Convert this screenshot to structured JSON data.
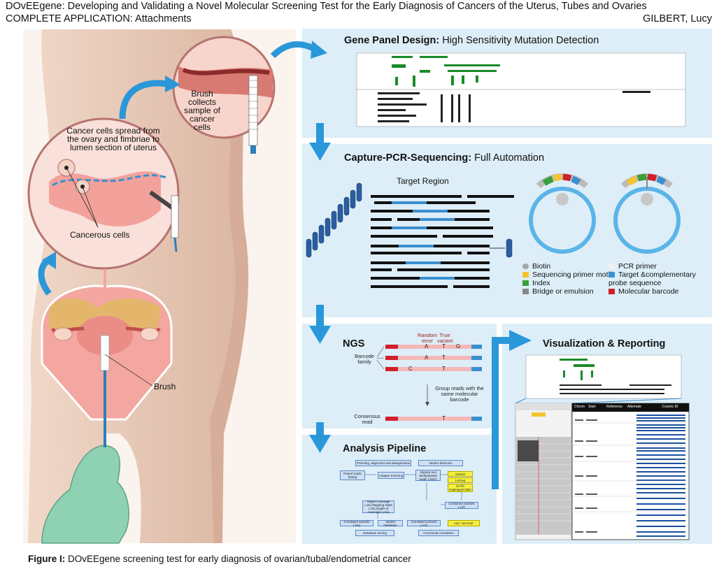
{
  "header": {
    "title": "DOvEEgene: Developing and Validating a Novel Molecular Screening Test for the Early Diagnosis of Cancers of the Uterus, Tubes and Ovaries",
    "subtitle": "COMPLETE APPLICATION: Attachments",
    "author": "GILBERT, Lucy"
  },
  "anatomy": {
    "brush_callout": "Brush collects sample of cancer cells",
    "spread_callout": "Cancer cells spread from the ovary and fimbriae to lumen section of uterus",
    "cancerous_cells": "Cancerous cells",
    "brush_label": "Brush"
  },
  "panels": {
    "gene_panel": {
      "title_bold": "Gene Panel Design:",
      "title_rest": " High Sensitivity Mutation Detection"
    },
    "capture": {
      "title_bold": "Capture-PCR-Sequencing:",
      "title_rest": " Full Automation",
      "target_region": "Target Region"
    },
    "ngs": {
      "title": "NGS",
      "random_error": "Random error",
      "true_variant": "True variant",
      "barcode_family": "Barcode family",
      "group_reads": "Group reads with the same molecular barcode",
      "consensus_read": "Consensus read",
      "read1_letters": [
        "A",
        "T",
        "G"
      ],
      "read2_letters": [
        "A",
        "T"
      ],
      "read3_letters": [
        "C",
        "T"
      ],
      "consensus_letter": "T"
    },
    "pipeline": {
      "title": "Analysis Pipeline",
      "trimming": "Trimming, alignment and deduplication",
      "variant_detection": "Variant detection",
      "paired_reads": "Paired reads (fastq)",
      "adapter_trimming": "Adapter trimming",
      "aligned_reads": "Aligned and deduplicated reads (.bam)",
      "vardict": "VarDict",
      "lofreq": "LoFreq",
      "gatk": "GATK HaplotypeCaller",
      "target_coverage": "Target Coverage (.xls) Mapping Stats (.xls) Depth of coverage (.csv)",
      "combined_variants": "Combined variants (.vcf)",
      "annotated_variants": "Annotated variants (.tsv)",
      "variant_database": "Variant Database",
      "annotated_vcf": "Annotated variants (.vcf)",
      "annovar": "vep / annovar",
      "data_mining": "Database mining",
      "functional": "Functional Annotation"
    },
    "visualization": {
      "title": "Visualization & Reporting"
    }
  },
  "legend": {
    "items": [
      {
        "label": "Biotin",
        "color": "#a6a6a6"
      },
      {
        "label": "Sequencing primer motif",
        "color": "#f4c430"
      },
      {
        "label": "Index",
        "color": "#3aa03a"
      },
      {
        "label": "Bridge or emulsion",
        "color": "#888888"
      },
      {
        "label": "PCR primer",
        "color": "#f0f0f0"
      },
      {
        "label": "Target &complementary probe sequence",
        "color": "#3a8fd0"
      },
      {
        "label": "Molecular barcode",
        "color": "#d0202a"
      }
    ]
  },
  "report_table": {
    "headers": [
      "Chrom",
      "Start",
      "Reference",
      "Alternate",
      "Cosmic ID"
    ]
  },
  "caption": {
    "bold": "Figure I:",
    "text": " DOvEEgene screening test for early diagnosis of ovarian/tubal/endometrial cancer"
  },
  "colors": {
    "panel_bg": "#ddeef8",
    "arrow": "#2a97d8",
    "barcode_red": "#d0202a",
    "read_blue": "#3a8fd0"
  }
}
